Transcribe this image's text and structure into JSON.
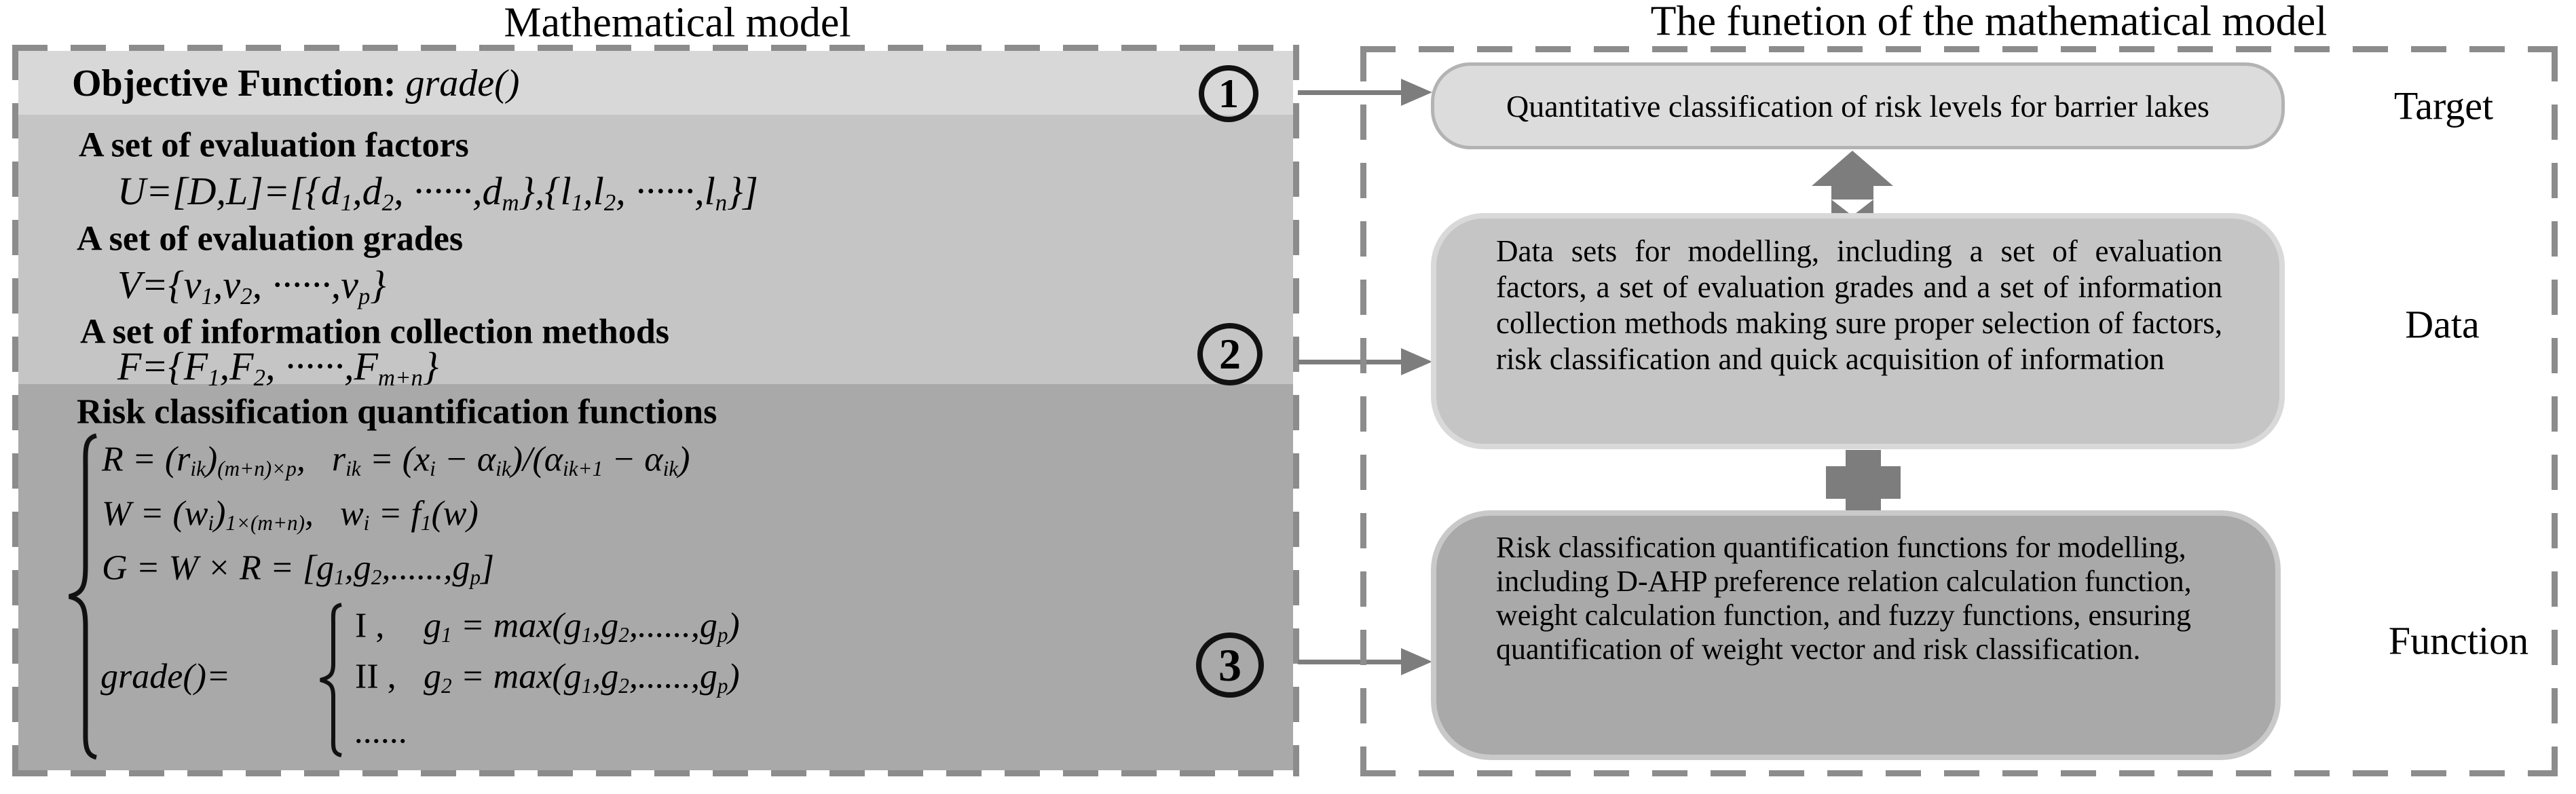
{
  "left_panel": {
    "title": "Mathematical model",
    "objective_label": "Objective Function:",
    "objective_value": "grade()",
    "factors_heading": "A set of evaluation factors",
    "factors_formula": "U=[D,L]=[{d<sub>1</sub>,d<sub>2</sub>, ······,d<sub>m</sub>},{l<sub>1</sub>,l<sub>2</sub>, ······,l<sub>n</sub>}]",
    "grades_heading": "A set of evaluation grades",
    "grades_formula": "V={v<sub>1</sub>,v<sub>2</sub>, ······,v<sub>p</sub>}",
    "methods_heading": "A set of information collection methods",
    "methods_formula": "F={F<sub>1</sub>,F<sub>2</sub>, ······,F<sub>m+n</sub>}",
    "risk_heading": "Risk classification quantification functions",
    "formula_r": "R = (r<sub>ik</sub>)<sub>(m+n)×p</sub>,&nbsp;&nbsp; r<sub>ik</sub> = (x<sub>i</sub> − α<sub>ik</sub>)/(α<sub>ik+1</sub> − α<sub>ik</sub>)",
    "formula_w": "W = (w<sub>i</sub>)<sub>1×(m+n)</sub>,&nbsp;&nbsp; w<sub>i</sub> = f<sub>1</sub>(w)",
    "formula_g": "G = W × R = [g<sub>1</sub>,g<sub>2</sub>,......,g<sub>p</sub>]",
    "grade_lhs": "grade()=",
    "case1_label": "I ,",
    "case1_expr": "g<sub>1</sub> = max(g<sub>1</sub>,g<sub>2</sub>,......,g<sub>p</sub>)",
    "case2_label": "II ,",
    "case2_expr": "g<sub>2</sub> = max(g<sub>1</sub>,g<sub>2</sub>,......,g<sub>p</sub>)",
    "case3_dots": "......",
    "markers": [
      "1",
      "2",
      "3"
    ]
  },
  "right_panel": {
    "title": "The funetion of the mathematical model",
    "target_text": "Quantitative classification of risk levels for barrier lakes",
    "target_label": "Target",
    "data_text": "Data sets for modelling, including a set of evaluation factors, a set of evaluation grades and a set of information collection methods making sure proper selection of factors, risk classification and quick acquisition of information",
    "data_label": "Data",
    "function_text": "Risk classification quantification functions for modelling, including D-AHP preference relation calculation function, weight calculation function, and fuzzy functions, ensuring quantification of weight vector and risk classification.",
    "function_label": "Function"
  },
  "colors": {
    "section_light": "#d8d8d8",
    "section_mid": "#c5c5c5",
    "section_dark": "#a9a9a9",
    "target_fill": "#dcdcdc",
    "data_fill": "#c5c5c5",
    "function_fill": "#a9a9a9",
    "dash_gray": "#8c8c8c",
    "connector_gray": "#7d7d7d",
    "text_black": "#000000"
  }
}
